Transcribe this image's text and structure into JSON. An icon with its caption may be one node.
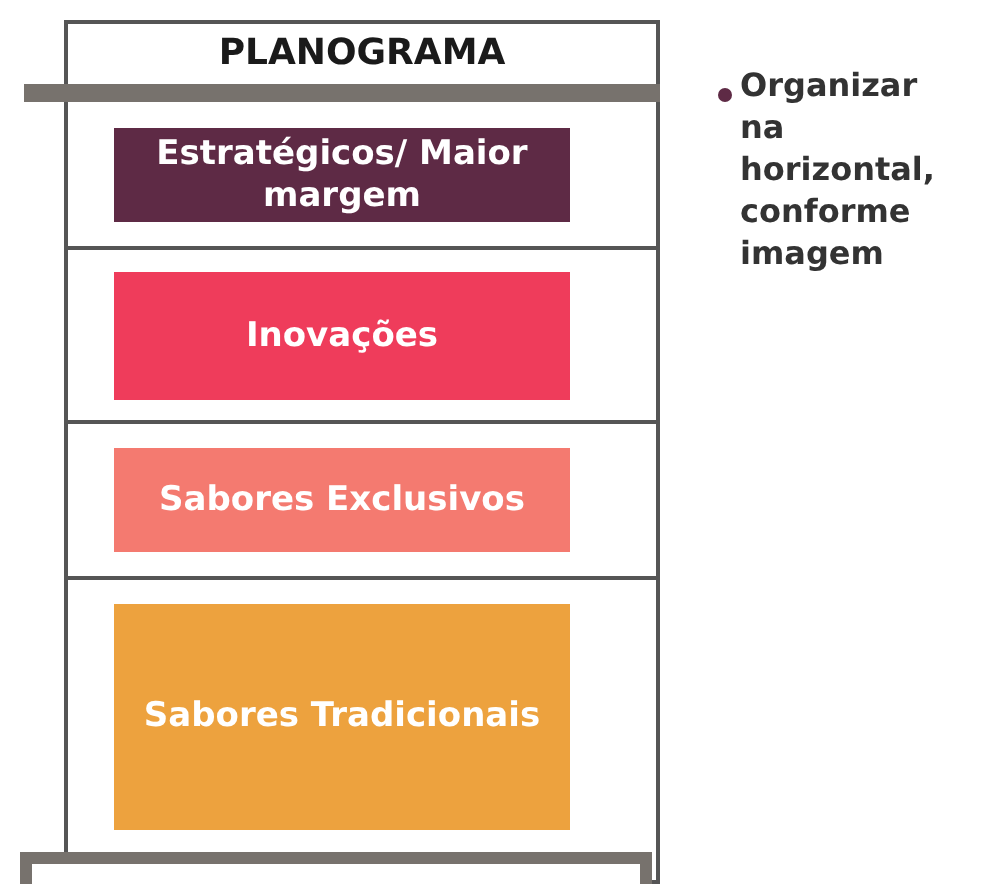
{
  "diagram": {
    "nodes": [
      {
        "text": [
          "PLANOGRAMA"
        ]
      },
      {
        "text": [
          "Estratégicos/ Maior margem"
        ],
        "in": 0
      },
      {
        "text": [
          "Inovações"
        ],
        "in": 0
      },
      {
        "text": [
          "Sabores Exclusivos"
        ],
        "in": 0
      },
      {
        "text": [
          "Sabores Tradicionais"
        ],
        "in": 0
      },
      {
        "text": [],
        "shape": "bar"
      },
      {
        "text": [],
        "shape": "bar"
      }
    ],
    "edges": [],
    "labels": [
      "Organizar na horizontal, conforme imagem"
    ]
  }
}
